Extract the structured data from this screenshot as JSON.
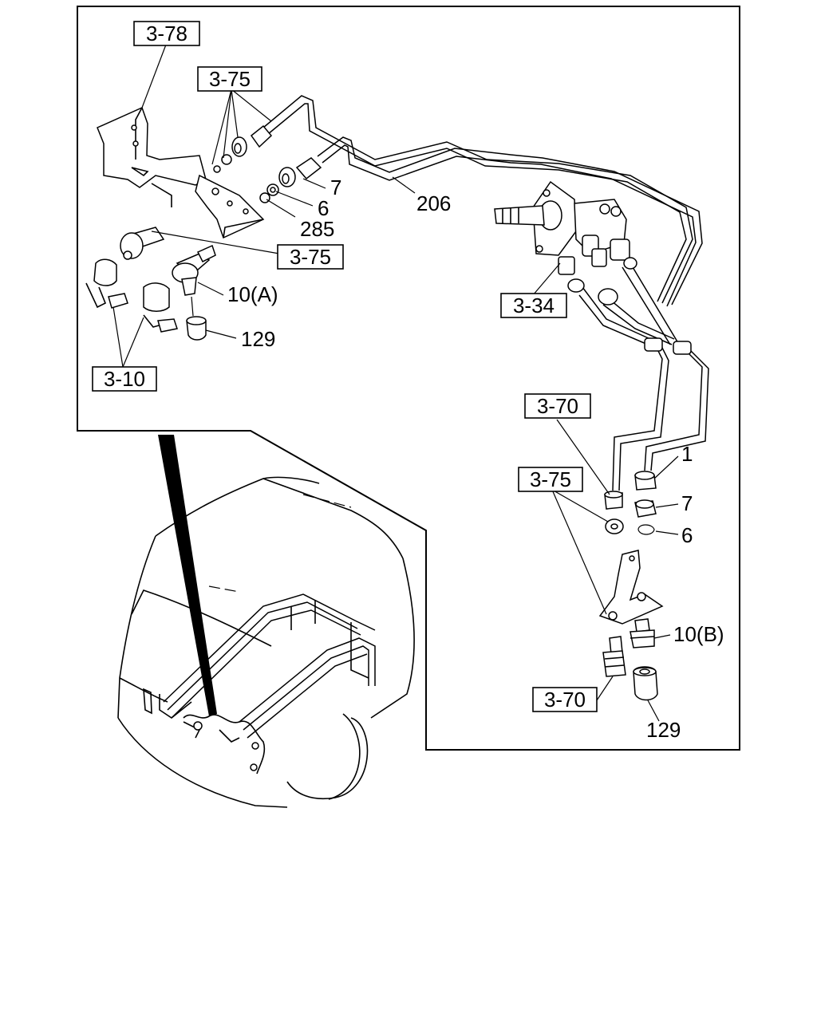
{
  "refs": {
    "r378": "3-78",
    "r375a": "3-75",
    "r375b": "3-75",
    "r375c": "3-75",
    "r334": "3-34",
    "r370a": "3-70",
    "r370b": "3-70",
    "r310": "3-10"
  },
  "callouts": {
    "c7a": "7",
    "c6a": "6",
    "c285": "285",
    "c206": "206",
    "c10a": "10(A)",
    "c129a": "129",
    "c1": "1",
    "c7b": "7",
    "c6b": "6",
    "c10b": "10(B)",
    "c129b": "129"
  }
}
